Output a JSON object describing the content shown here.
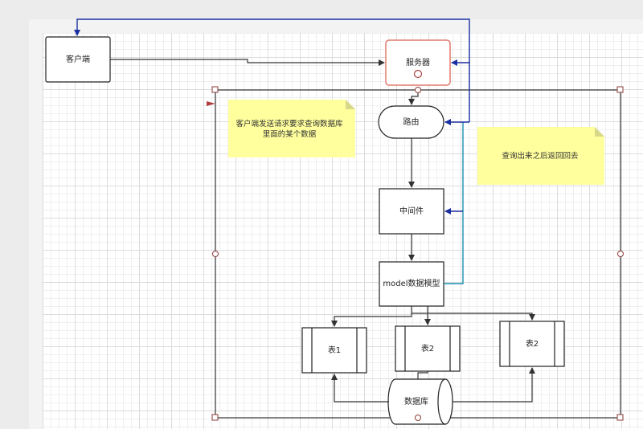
{
  "nodes": {
    "client": "客户端",
    "server": "服务器",
    "router": "路由",
    "middleware": "中间件",
    "model": "model数据模型",
    "table1": "表1",
    "table2": "表2",
    "table3": "表2",
    "database": "数据库"
  },
  "notes": {
    "request": "客户端发送请求要求查询数据库里面的某个数据",
    "response": "查询出来之后返回回去"
  },
  "colors": {
    "selection": "#8b3a3a",
    "server_border": "#e07b6e",
    "return_arrow": "#1a2fa0",
    "note_fill": "#ffff9e",
    "note_fold": "#d8d88a"
  }
}
